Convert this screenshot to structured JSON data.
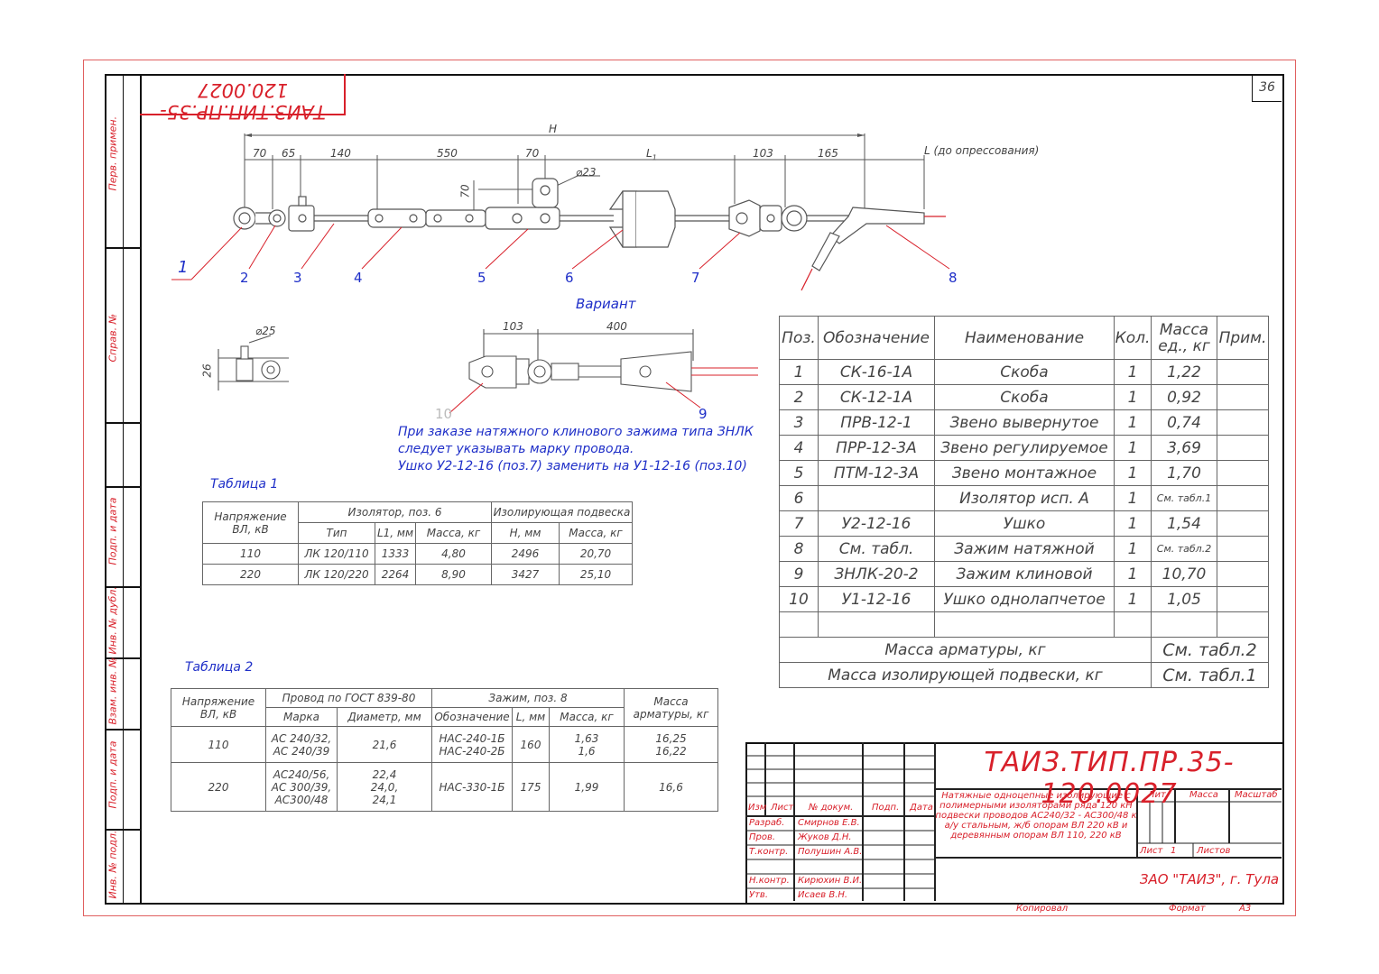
{
  "sheet_number": "36",
  "doc_code": "ТАИЗ.ТИП.ПР.35-120.0027",
  "doc_code_mirrored": "ТАИЗ.ТИП.ПР.35-120.0027",
  "sidebar": {
    "perv_primen": "Перв. примен.",
    "sprav_no": "Справ. №",
    "podp_data_1": "Подп. и дата",
    "inv_dubl": "Инв. № дубл.",
    "vzam_inv": "Взам. инв. №",
    "podp_data_2": "Подп. и дата",
    "inv_podl": "Инв. № подл."
  },
  "drawing": {
    "dim_H": "H",
    "dim_70a": "70",
    "dim_65": "65",
    "dim_140": "140",
    "dim_550": "550",
    "dim_70b": "70",
    "dim_L1": "L",
    "dim_L1_sub": "1",
    "dim_103": "103",
    "dim_165": "165",
    "dim_L": "L (до опрессования)",
    "dim_70v": "70",
    "dim_d23": "⌀23",
    "pos_labels": [
      "1",
      "2",
      "3",
      "4",
      "5",
      "6",
      "7",
      "8"
    ],
    "variant_title": "Вариант",
    "variant_dim_103": "103",
    "variant_dim_400": "400",
    "variant_pos_10": "10",
    "variant_pos_9": "9",
    "detail_d25": "⌀25",
    "detail_26": "26",
    "note_lines": [
      "При заказе натяжного клинового зажима типа ЗНЛК",
      "следует указывать марку провода.",
      "Ушко У2-12-16 (поз.7) заменить на У1-12-16 (поз.10)"
    ]
  },
  "table1": {
    "title": "Таблица 1",
    "h_voltage": "Напряжение ВЛ, кВ",
    "h_insulator": "Изолятор, поз. 6",
    "h_suspension": "Изолирующая подвеска",
    "h_type": "Тип",
    "h_l1": "L1, мм",
    "h_mass": "Масса, кг",
    "h_h": "H, мм",
    "h_mass2": "Масса, кг",
    "rows": [
      [
        "110",
        "ЛК 120/110",
        "1333",
        "4,80",
        "2496",
        "20,70"
      ],
      [
        "220",
        "ЛК 120/220",
        "2264",
        "8,90",
        "3427",
        "25,10"
      ]
    ]
  },
  "table2": {
    "title": "Таблица 2",
    "h_voltage": "Напряжение ВЛ, кВ",
    "h_wire": "Провод по ГОСТ 839-80",
    "h_clamp": "Зажим, поз. 8",
    "h_fittings": "Масса арматуры, кг",
    "h_mark": "Марка",
    "h_diam": "Диаметр, мм",
    "h_desig": "Обозначение",
    "h_l": "L, мм",
    "h_mass": "Масса, кг",
    "rows": [
      {
        "v": "110",
        "mark": [
          "АС 240/32,",
          "АС 240/39"
        ],
        "diam": [
          "21,6"
        ],
        "desig": [
          "НАС-240-1Б",
          "НАС-240-2Б"
        ],
        "l": "160",
        "mass": [
          "1,63",
          "1,6"
        ],
        "fit": [
          "16,25",
          "16,22"
        ]
      },
      {
        "v": "220",
        "mark": [
          "АС240/56,",
          "АС 300/39,",
          "АС300/48"
        ],
        "diam": [
          "22,4",
          "24,0,",
          "24,1"
        ],
        "desig": [
          "НАС-330-1Б"
        ],
        "l": "175",
        "mass": [
          "1,99"
        ],
        "fit": [
          "16,6"
        ]
      }
    ]
  },
  "spec": {
    "h_pos": "Поз.",
    "h_desig": "Обозначение",
    "h_name": "Наименование",
    "h_qty": "Кол.",
    "h_mass": "Масса ед., кг",
    "h_note": "Прим.",
    "rows": [
      [
        "1",
        "СК-16-1А",
        "Скоба",
        "1",
        "1,22"
      ],
      [
        "2",
        "СК-12-1А",
        "Скоба",
        "1",
        "0,92"
      ],
      [
        "3",
        "ПРВ-12-1",
        "Звено вывернутое",
        "1",
        "0,74"
      ],
      [
        "4",
        "ПРР-12-3А",
        "Звено регулируемое",
        "1",
        "3,69"
      ],
      [
        "5",
        "ПТМ-12-3А",
        "Звено монтажное",
        "1",
        "1,70"
      ],
      [
        "6",
        "",
        "Изолятор исп. А",
        "1",
        "См. табл.1"
      ],
      [
        "7",
        "У2-12-16",
        "Ушко",
        "1",
        "1,54"
      ],
      [
        "8",
        "См. табл.",
        "Зажим натяжной",
        "1",
        "См. табл.2"
      ],
      [
        "9",
        "ЗНЛК-20-2",
        "Зажим клиновой",
        "1",
        "10,70"
      ],
      [
        "10",
        "У1-12-16",
        "Ушко однолапчетое",
        "1",
        "1,05"
      ]
    ],
    "total_fittings_label": "Масса арматуры, кг",
    "total_fittings_value": "См. табл.2",
    "total_suspension_label": "Масса изолирующей подвески, кг",
    "total_suspension_value": "См. табл.1"
  },
  "titleblock": {
    "code": "ТАИЗ.ТИП.ПР.35-120.0027",
    "h_izm": "Изм",
    "h_list": "Лист",
    "h_doc": "№ докум.",
    "h_podp": "Подп.",
    "h_data": "Дата",
    "roles": [
      [
        "Разраб.",
        "Смирнов Е.В."
      ],
      [
        "Пров.",
        "Жуков Д.Н."
      ],
      [
        "Т.контр.",
        "Полушин А.В."
      ],
      [
        "",
        ""
      ],
      [
        "Н.контр.",
        "Кирюхин В.И."
      ],
      [
        "Утв.",
        "Исаев В.Н."
      ]
    ],
    "description_lines": [
      "Натяжные одноцепные изолирующие с",
      "полимерными изоляторами ряда 120 кН",
      "подвески проводов АС240/32 - АС300/48 к",
      "а/у стальным, ж/б опорам ВЛ 220 кВ и",
      "деревянным опорам ВЛ 110, 220 кВ"
    ],
    "h_lit": "Лит.",
    "h_massa": "Масса",
    "h_masshtab": "Масштаб",
    "list_label": "Лист",
    "list_value": "1",
    "listov_label": "Листов",
    "company": "ЗАО \"ТАИЗ\", г. Тула",
    "kopiroval": "Копировал",
    "format_label": "Формат",
    "format_value": "А3"
  },
  "colors": {
    "frame_red": "#d8202a",
    "ink": "#444444",
    "blue": "#1f2fc8"
  }
}
